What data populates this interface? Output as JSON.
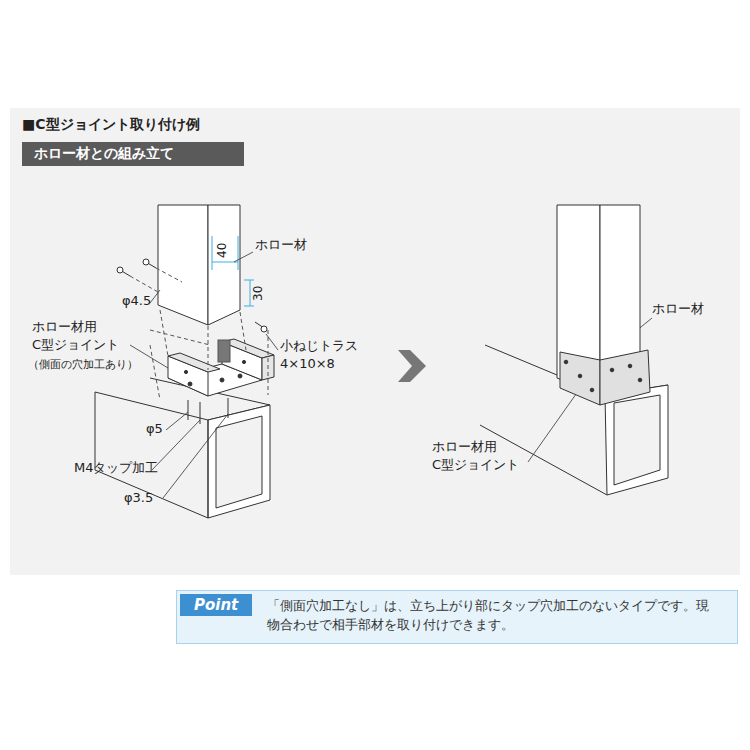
{
  "diagram": {
    "title": "■C型ジョイント取り付け例",
    "nodes": [
      {
        "text": [
          "ホロー材との組み立て"
        ]
      },
      {
        "text": [
          "「側面穴加工なし」は、立ち上がり部にタップ穴加工のないタイプです。現物合わせで相手部材を取り付けできます。"
        ]
      },
      {
        "text": [
          "Point"
        ],
        "in": 1
      }
    ],
    "labels": [
      "40",
      "30",
      "ホロー材",
      "φ4.5",
      "ホロー材用 C型ジョイント",
      "（側面の穴加工あり）",
      "小ねじトラス 4×10×8",
      "φ5",
      "M4タップ加工",
      "φ3.5",
      "ホロー材",
      "ホロー材用 C型ジョイント"
    ]
  }
}
